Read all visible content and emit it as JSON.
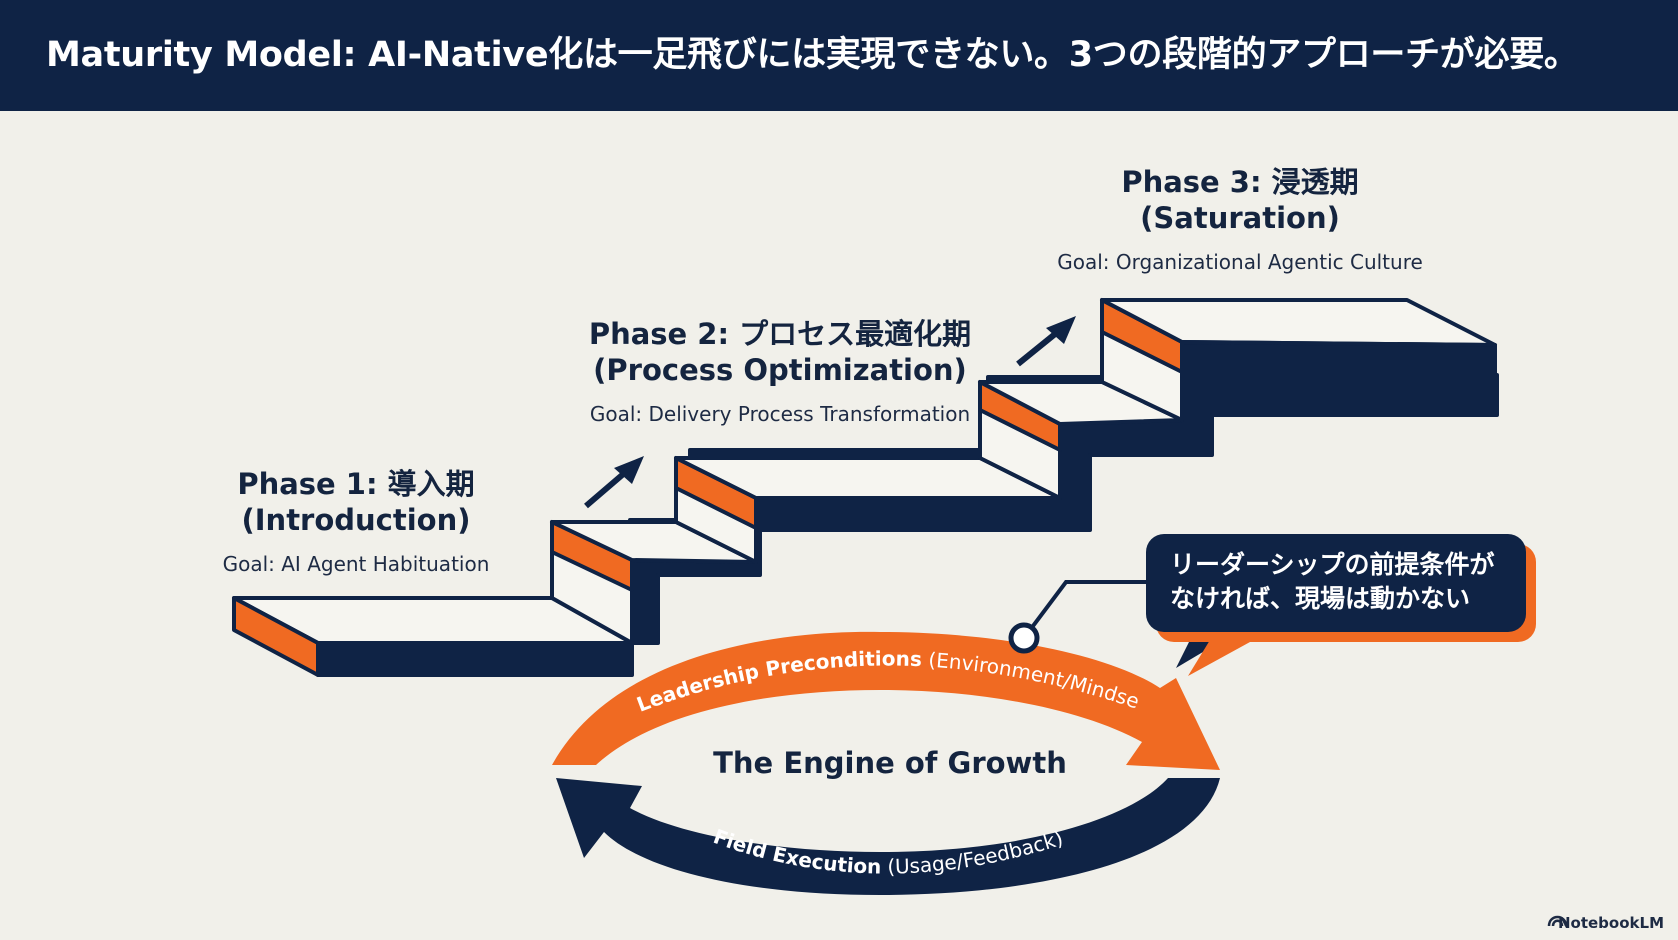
{
  "title": "Maturity Model: AI-Native化は一足飛びには実現できない。3つの段階的アプローチが必要。",
  "phases": [
    {
      "name": "Phase 1: 導入期",
      "sub": "(Introduction)",
      "goal": "Goal: AI Agent Habituation"
    },
    {
      "name": "Phase 2: プロセス最適化期",
      "sub": "(Process Optimization)",
      "goal": "Goal: Delivery Process Transformation"
    },
    {
      "name": "Phase 3: 浸透期",
      "sub": "(Saturation)",
      "goal": "Goal: Organizational Agentic Culture"
    }
  ],
  "callout": {
    "line1": "リーダーシップの前提条件が",
    "line2": "なければ、現場は動かない"
  },
  "cycle": {
    "center_label": "The Engine of Growth",
    "top_bold": "Leadership Preconditions",
    "top_light": " (Environment/Mindset)",
    "bottom_bold": "Field Execution",
    "bottom_light": " (Usage/Feedback)"
  },
  "watermark": "NotebookLM",
  "colors": {
    "navy": "#0f2345",
    "orange": "#f06a22",
    "background": "#f1f0ea",
    "stair_top": "#f6f5f0"
  }
}
